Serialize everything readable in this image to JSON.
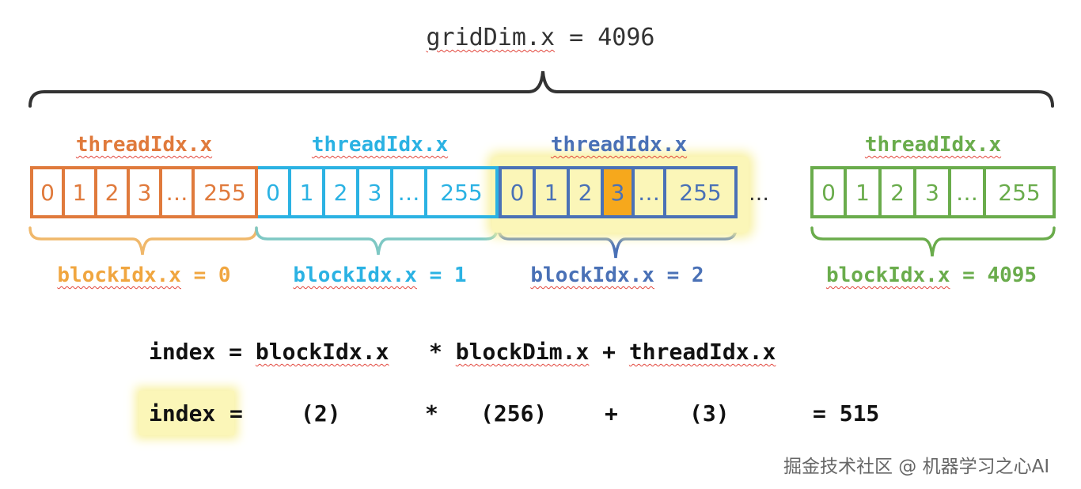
{
  "grid": {
    "label": "gridDim.x",
    "eq": " = 4096"
  },
  "colors": {
    "orange": "#e07a3c",
    "cyan": "#2bb2e3",
    "blue": "#4a71b6",
    "green": "#6aac4c",
    "highlight": "#fbf6b8",
    "selected": "#f6a81c"
  },
  "blocks": [
    {
      "thread_label": "threadIdx.x",
      "block_label": "blockIdx.x",
      "block_eq": " = 0",
      "cells": [
        "0",
        "1",
        "2",
        "3",
        "…",
        "255"
      ],
      "color": "orange"
    },
    {
      "thread_label": "threadIdx.x",
      "block_label": "blockIdx.x",
      "block_eq": " = 1",
      "cells": [
        "0",
        "1",
        "2",
        "3",
        "…",
        "255"
      ],
      "color": "cyan"
    },
    {
      "thread_label": "threadIdx.x",
      "block_label": "blockIdx.x",
      "block_eq": " = 2",
      "cells": [
        "0",
        "1",
        "2",
        "3",
        "…",
        "255"
      ],
      "color": "blue",
      "highlighted": true,
      "selected_index": 3
    },
    {
      "thread_label": "threadIdx.x",
      "block_label": "blockIdx.x",
      "block_eq": " = 4095",
      "cells": [
        "0",
        "1",
        "2",
        "3",
        "…",
        "255"
      ],
      "color": "green"
    }
  ],
  "ellipsis": "…",
  "formula": {
    "line1": {
      "index": "index",
      "eq": " = ",
      "blockIdx": "blockIdx.x",
      "mul": "   * ",
      "blockDim": "blockDim.x",
      "plus": " + ",
      "threadIdx": "threadIdx.x"
    },
    "line2": {
      "index": "index",
      "eq": "=",
      "a": "(2)",
      "mul": "*",
      "b": "(256)",
      "plus": "+",
      "c": "(3)",
      "result": "= 515"
    }
  },
  "watermark": "掘金技术社区 @ 机器学习之心AI"
}
